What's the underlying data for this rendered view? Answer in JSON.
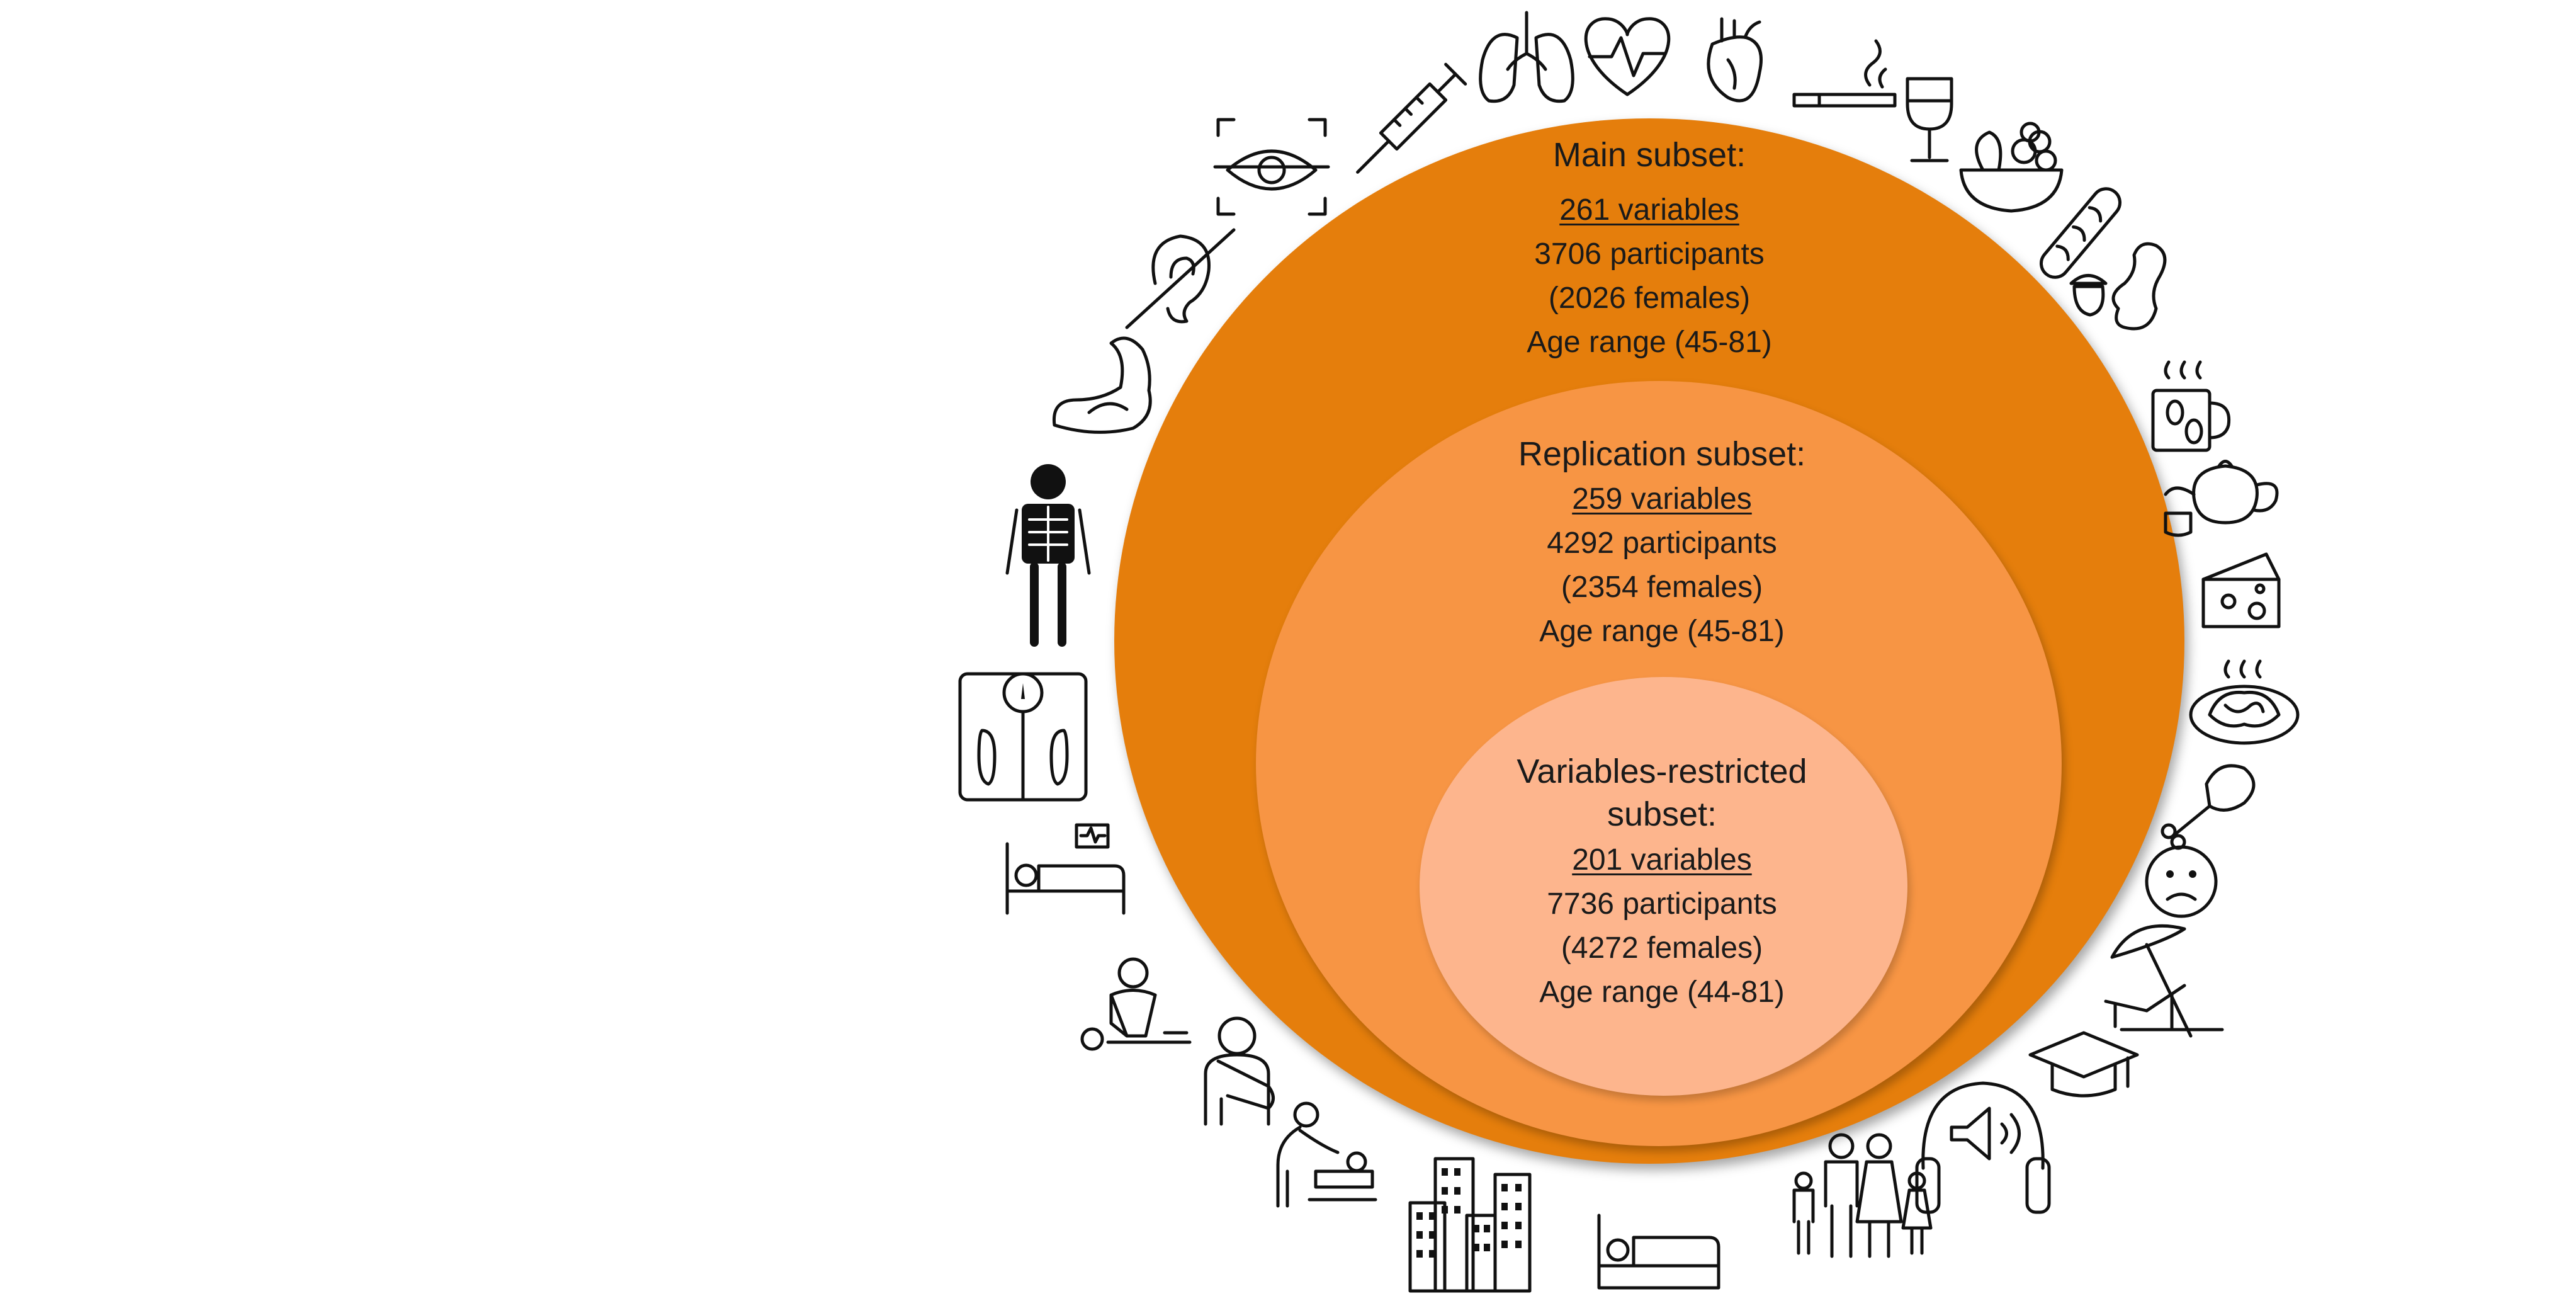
{
  "main": {
    "title": "Main subset:",
    "variables": "261 variables",
    "participants": "3706 participants",
    "females": "(2026 females)",
    "age": "Age range (45-81)"
  },
  "replication": {
    "title": "Replication subset:",
    "variables": "259 variables",
    "participants": "4292 participants",
    "females": "(2354 females)",
    "age": "Age range (45-81)"
  },
  "restricted": {
    "title_line1": "Variables-restricted",
    "title_line2": "subset:",
    "variables": "201 variables",
    "participants": "7736 participants",
    "females": "(4272 females)",
    "age": "Age range (44-81)"
  },
  "colors": {
    "main": "#e57e0c",
    "replication": "#f79544",
    "restricted": "#fdb58d"
  },
  "icons": [
    "vaccine-syringe-icon",
    "lungs-icon",
    "heart-rate-icon",
    "anatomical-heart-icon",
    "cigarette-icon",
    "wine-glass-icon",
    "fruit-bowl-icon",
    "bread-icon",
    "nuts-icon",
    "coffee-mug-icon",
    "teapot-icon",
    "cheese-icon",
    "pasta-plate-icon",
    "chicken-leg-icon",
    "sad-face-icon",
    "beach-umbrella-icon",
    "graduation-cap-icon",
    "noise-headphones-icon",
    "family-icon",
    "bed-sleep-icon",
    "city-buildings-icon",
    "childcare-icon",
    "arm-sling-icon",
    "cpr-icon",
    "hospital-bed-icon",
    "weighing-scale-icon",
    "skeleton-icon",
    "muscle-arm-icon",
    "hearing-impaired-icon",
    "eye-scan-icon"
  ]
}
